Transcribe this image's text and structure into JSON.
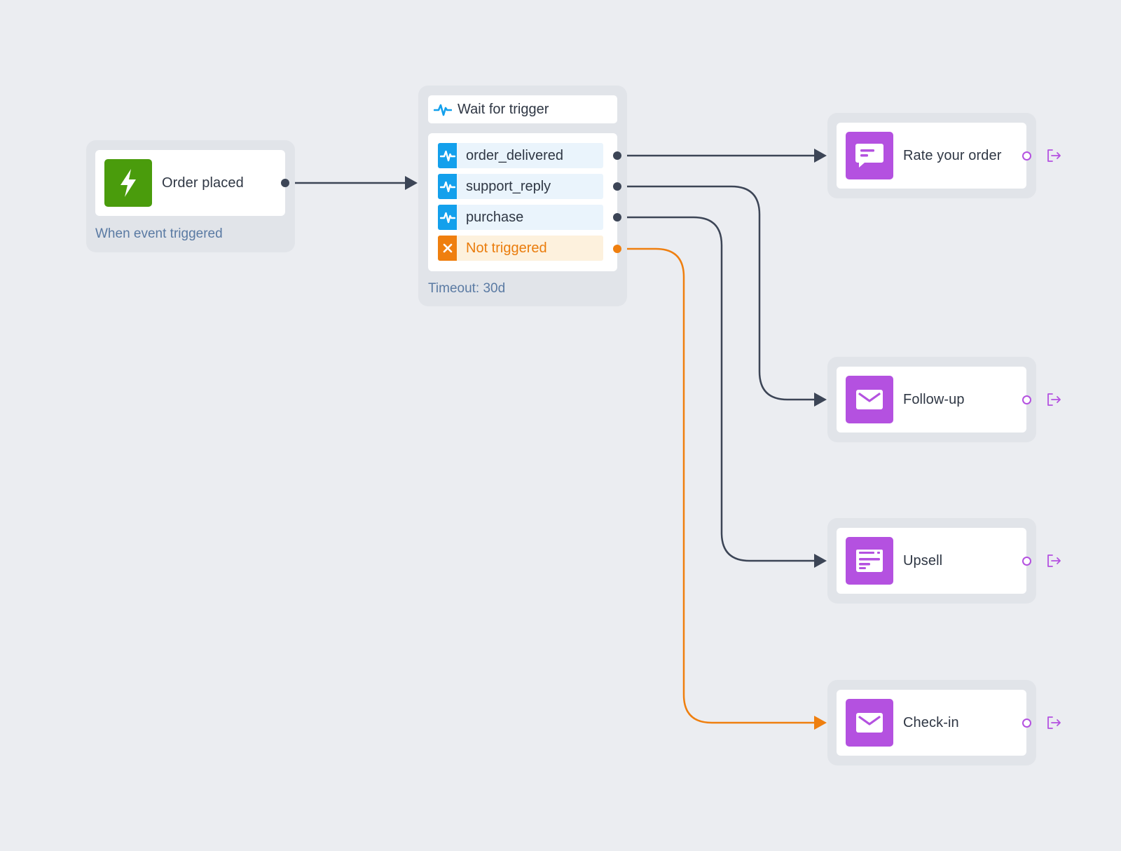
{
  "trigger_node": {
    "title": "Order placed",
    "caption": "When event triggered",
    "icon": "lightning-bolt-icon",
    "icon_color": "#4a9c0c"
  },
  "wait_node": {
    "title": "Wait for trigger",
    "header_icon": "pulse-icon",
    "branches": [
      {
        "label": "order_delivered",
        "icon": "pulse-icon",
        "kind": "event"
      },
      {
        "label": "support_reply",
        "icon": "pulse-icon",
        "kind": "event"
      },
      {
        "label": "purchase",
        "icon": "pulse-icon",
        "kind": "event"
      },
      {
        "label": "Not triggered",
        "icon": "close-icon",
        "kind": "timeout"
      }
    ],
    "timeout_caption": "Timeout: 30d",
    "event_color": "#13a0ec",
    "timeout_color": "#ef7f0f"
  },
  "action_nodes": [
    {
      "title": "Rate your order",
      "icon": "chat-message-icon",
      "exit_icon": "exit-arrow-icon"
    },
    {
      "title": "Follow-up",
      "icon": "envelope-icon",
      "exit_icon": "exit-arrow-icon"
    },
    {
      "title": "Upsell",
      "icon": "web-page-icon",
      "exit_icon": "exit-arrow-icon"
    },
    {
      "title": "Check-in",
      "icon": "envelope-icon",
      "exit_icon": "exit-arrow-icon"
    }
  ],
  "colors": {
    "canvas": "#ebedf1",
    "edge": "#3c4556",
    "edge_timeout": "#ef7f0f",
    "action_icon": "#b451e0"
  }
}
